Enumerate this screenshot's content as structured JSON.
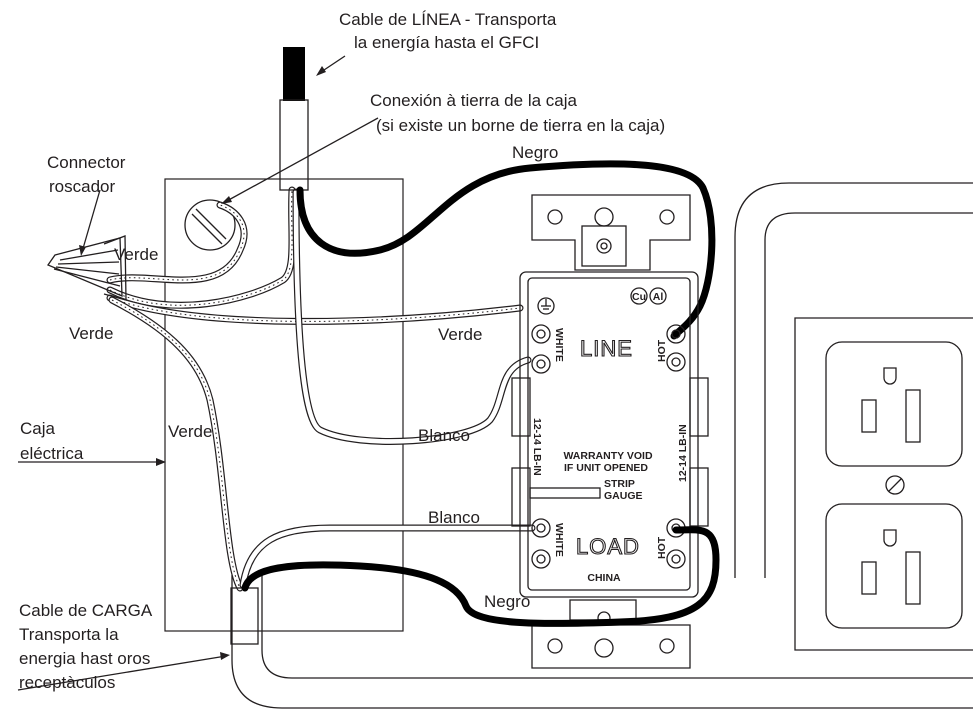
{
  "labels": {
    "line_cable_1": "Cable de LÍNEA - Transporta",
    "line_cable_2": "la energía hasta el GFCI",
    "ground_1": "Conexión à tierra de la caja",
    "ground_2": "(si existe un borne de tierra en la caja)",
    "negro_top": "Negro",
    "connector_1": "Connector",
    "connector_2": "roscador",
    "verde_1": "Verde",
    "verde_2": "Verde",
    "verde_3": "Verde",
    "verde_4": "Verde",
    "caja_1": "Caja",
    "caja_2": "eléctrica",
    "blanco_1": "Blanco",
    "blanco_2": "Blanco",
    "negro_bottom": "Negro",
    "load_cable_1": "Cable de CARGA",
    "load_cable_2": "Transporta la",
    "load_cable_3": "energia hast oros",
    "load_cable_4": "receptàculos"
  },
  "device": {
    "line": "LINE",
    "load": "LOAD",
    "white_top": "WHITE",
    "white_bottom": "WHITE",
    "hot_top": "HOT",
    "hot_bottom": "HOT",
    "gauge_left": "12-14 LB-IN",
    "gauge_right": "12-14 LB-IN",
    "warranty_1": "WARRANTY VOID",
    "warranty_2": "IF UNIT OPENED",
    "strip_1": "STRIP",
    "strip_2": "GAUGE",
    "country": "CHINA",
    "cu": "Cu",
    "al": "Al"
  }
}
